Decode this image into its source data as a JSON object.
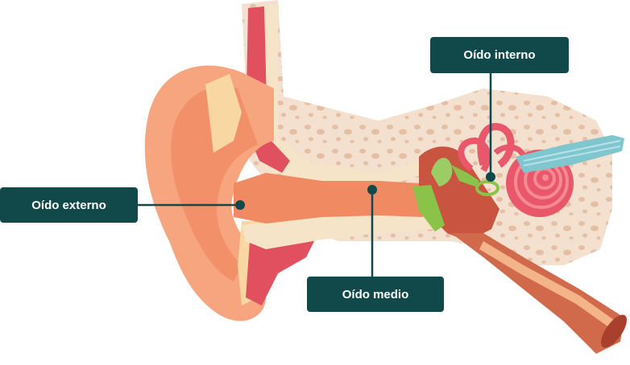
{
  "labels": {
    "outer_ear": "Oído externo",
    "middle_ear": "Oído medio",
    "inner_ear": "Oído interno"
  },
  "colors": {
    "label_background": "#11494a",
    "label_text": "#ffffff",
    "skin": "#f4a47a",
    "canal": "#ef8a63",
    "bone": "#f3dcc7",
    "muscle": "#e04c5b",
    "cochlea": "#e8576a",
    "ossicle": "#8bc34a",
    "nerve": "#7fc6cf"
  }
}
